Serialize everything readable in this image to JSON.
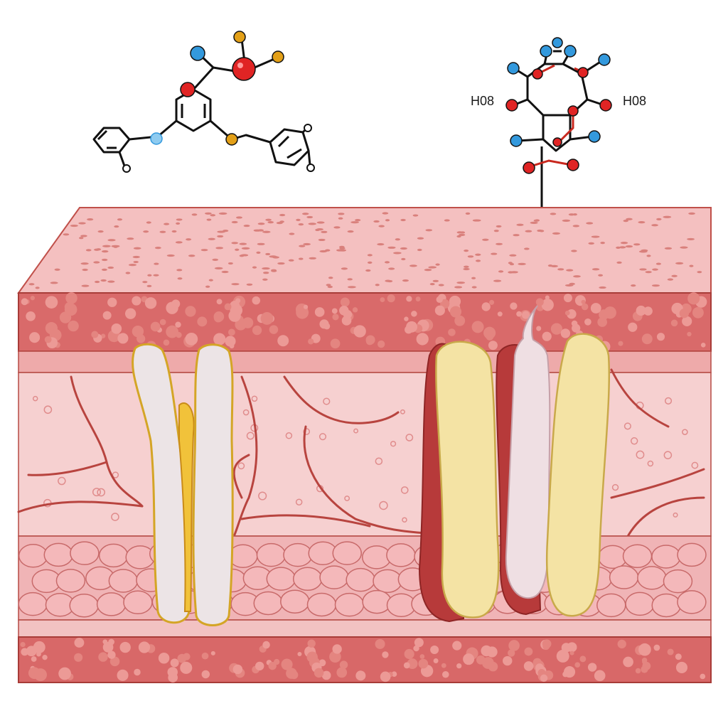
{
  "labels": {
    "left_label": "H08",
    "right_label": "H08"
  },
  "colors": {
    "background": "#ffffff",
    "epidermis_top": "#f2b8b8",
    "epidermis_side": "#d96a6a",
    "dermis": "#f6cfcf",
    "hypodermis": "#efaaaa",
    "vessel": "#b8443f",
    "fiber_white": "#ece4e6",
    "fiber_yellow": "#f4e3a4",
    "fiber_red": "#b73a3a",
    "atom_red": "#e02424",
    "atom_blue": "#3399dd",
    "atom_orange": "#e3a018",
    "bond": "#111111",
    "bond_red": "#c8281e"
  },
  "molecule_left": {
    "type": "structural-formula",
    "description_icon": "molecule-icon"
  },
  "molecule_right": {
    "type": "structural-formula",
    "description_icon": "molecule-icon"
  }
}
